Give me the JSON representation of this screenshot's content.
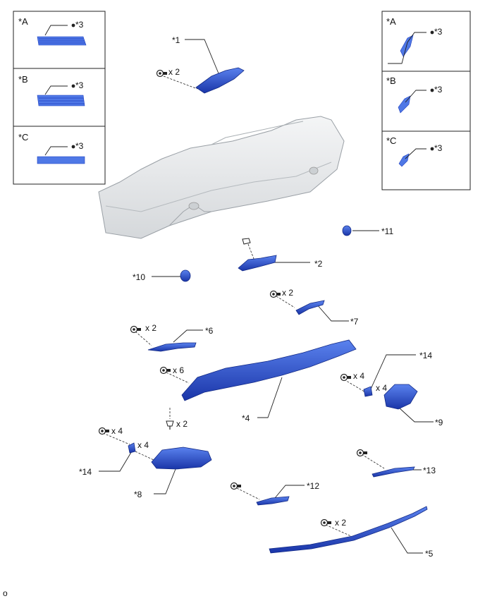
{
  "diagram": {
    "callouts": {
      "c1": "*1",
      "c2": "*2",
      "c3": "*3",
      "c4": "*4",
      "c5": "*5",
      "c6": "*6",
      "c7": "*7",
      "c8": "*8",
      "c9": "*9",
      "c10": "*10",
      "c11": "*11",
      "c12": "*12",
      "c13": "*13",
      "c14": "*14"
    },
    "quantities": {
      "x2": "x 2",
      "x4": "x 4",
      "x6": "x 6"
    },
    "inset_labels": {
      "a": "*A",
      "b": "*B",
      "c": "*C"
    },
    "footer_code": "o"
  },
  "colors": {
    "part_blue": "#1f3fbf",
    "part_blue_light": "#4f78e6",
    "bumper_gray": "#e6e8ea",
    "line": "#222222"
  }
}
